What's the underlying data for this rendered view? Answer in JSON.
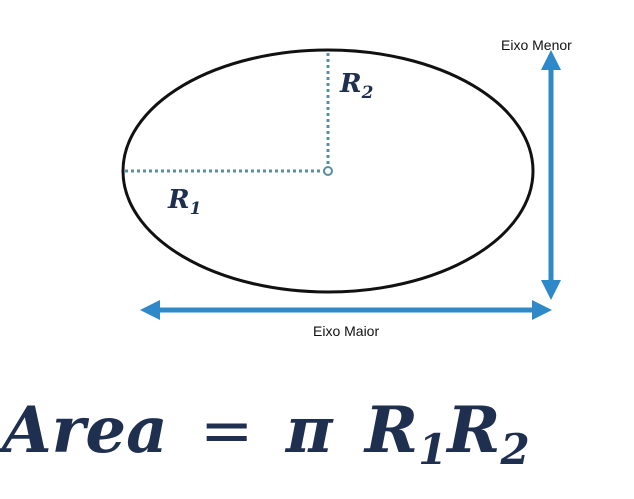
{
  "labels": {
    "minor_axis": "Eixo Menor",
    "major_axis": "Eixo Maior",
    "r1_base": "R",
    "r1_sub": "1",
    "r2_base": "R",
    "r2_sub": "2"
  },
  "formula": {
    "lhs": "Area",
    "equals": "=",
    "pi": "π",
    "r1_base": "R",
    "r1_sub": "1",
    "r2_base": "R",
    "r2_sub": "2"
  },
  "colors": {
    "ellipse_stroke": "#111111",
    "radius_lines": "#5a8fa3",
    "arrows": "#2f88c8",
    "text_dark": "#1f2f4f"
  }
}
